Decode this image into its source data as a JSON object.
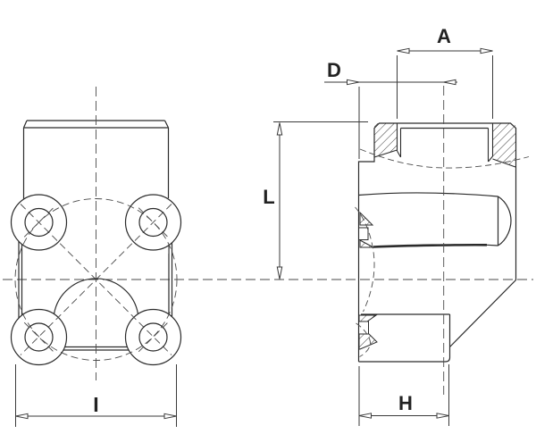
{
  "drawing": {
    "title": "flange-adapter-two-view-drawing",
    "labels": {
      "port_width": "A",
      "port_offset": "D",
      "height_to_center": "L",
      "flange_width": "I",
      "base_width": "H"
    },
    "colors": {
      "line": "#2b2b2b",
      "hidden_line": "#4a4a4a",
      "dimension": "#3a3a3a",
      "background": "#ffffff"
    }
  }
}
